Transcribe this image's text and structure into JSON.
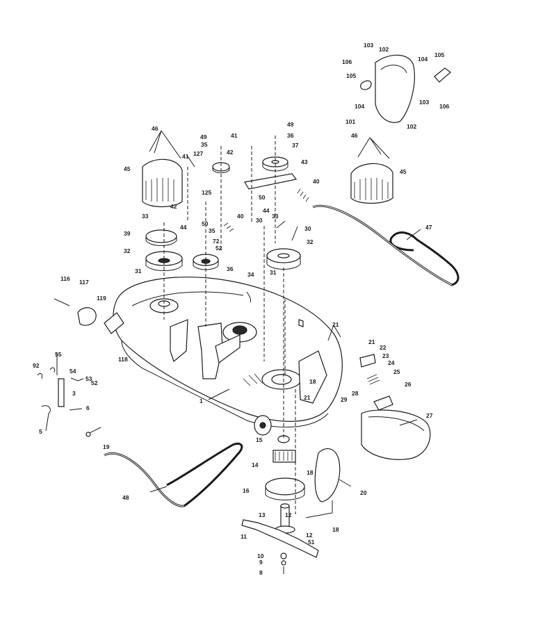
{
  "labels": {
    "l1": "1",
    "l3": "3",
    "l5": "5",
    "l6": "6",
    "l8": "8",
    "l9": "9",
    "l10": "10",
    "l11": "11",
    "l12a": "12",
    "l12b": "12",
    "l13": "13",
    "l14": "14",
    "l15": "15",
    "l16": "16",
    "l18a": "18",
    "l18b": "18",
    "l18c": "18",
    "l19": "19",
    "l20": "20",
    "l21a": "21",
    "l21b": "21",
    "l21c": "21",
    "l22": "22",
    "l23": "23",
    "l24": "24",
    "l25": "25",
    "l26": "26",
    "l27": "27",
    "l28": "28",
    "l29": "29",
    "l30a": "30",
    "l30b": "30",
    "l31a": "31",
    "l31b": "31",
    "l32a": "32",
    "l32b": "32",
    "l33a": "33",
    "l33b": "33",
    "l34": "34",
    "l35a": "35",
    "l35b": "35",
    "l36a": "36",
    "l36b": "36",
    "l37": "37",
    "l39": "39",
    "l40a": "40",
    "l40b": "40",
    "l41a": "41",
    "l41b": "41",
    "l42a": "42",
    "l42b": "42",
    "l43": "43",
    "l44a": "44",
    "l44b": "44",
    "l45a": "45",
    "l45b": "45",
    "l46a": "46",
    "l46b": "46",
    "l47": "47",
    "l48": "48",
    "l49a": "49",
    "l49b": "49",
    "l50a": "50",
    "l50b": "50",
    "l51": "51",
    "l52a": "52",
    "l52b": "52",
    "l53": "53",
    "l54": "54",
    "l55": "55",
    "l72": "72",
    "l92": "92",
    "l101": "101",
    "l102a": "102",
    "l102b": "102",
    "l103a": "103",
    "l103b": "103",
    "l104a": "104",
    "l104b": "104",
    "l105a": "105",
    "l105b": "105",
    "l106a": "106",
    "l106b": "106",
    "l116": "116",
    "l117": "117",
    "l118": "118",
    "l119": "119",
    "l125": "125",
    "l127": "127"
  }
}
